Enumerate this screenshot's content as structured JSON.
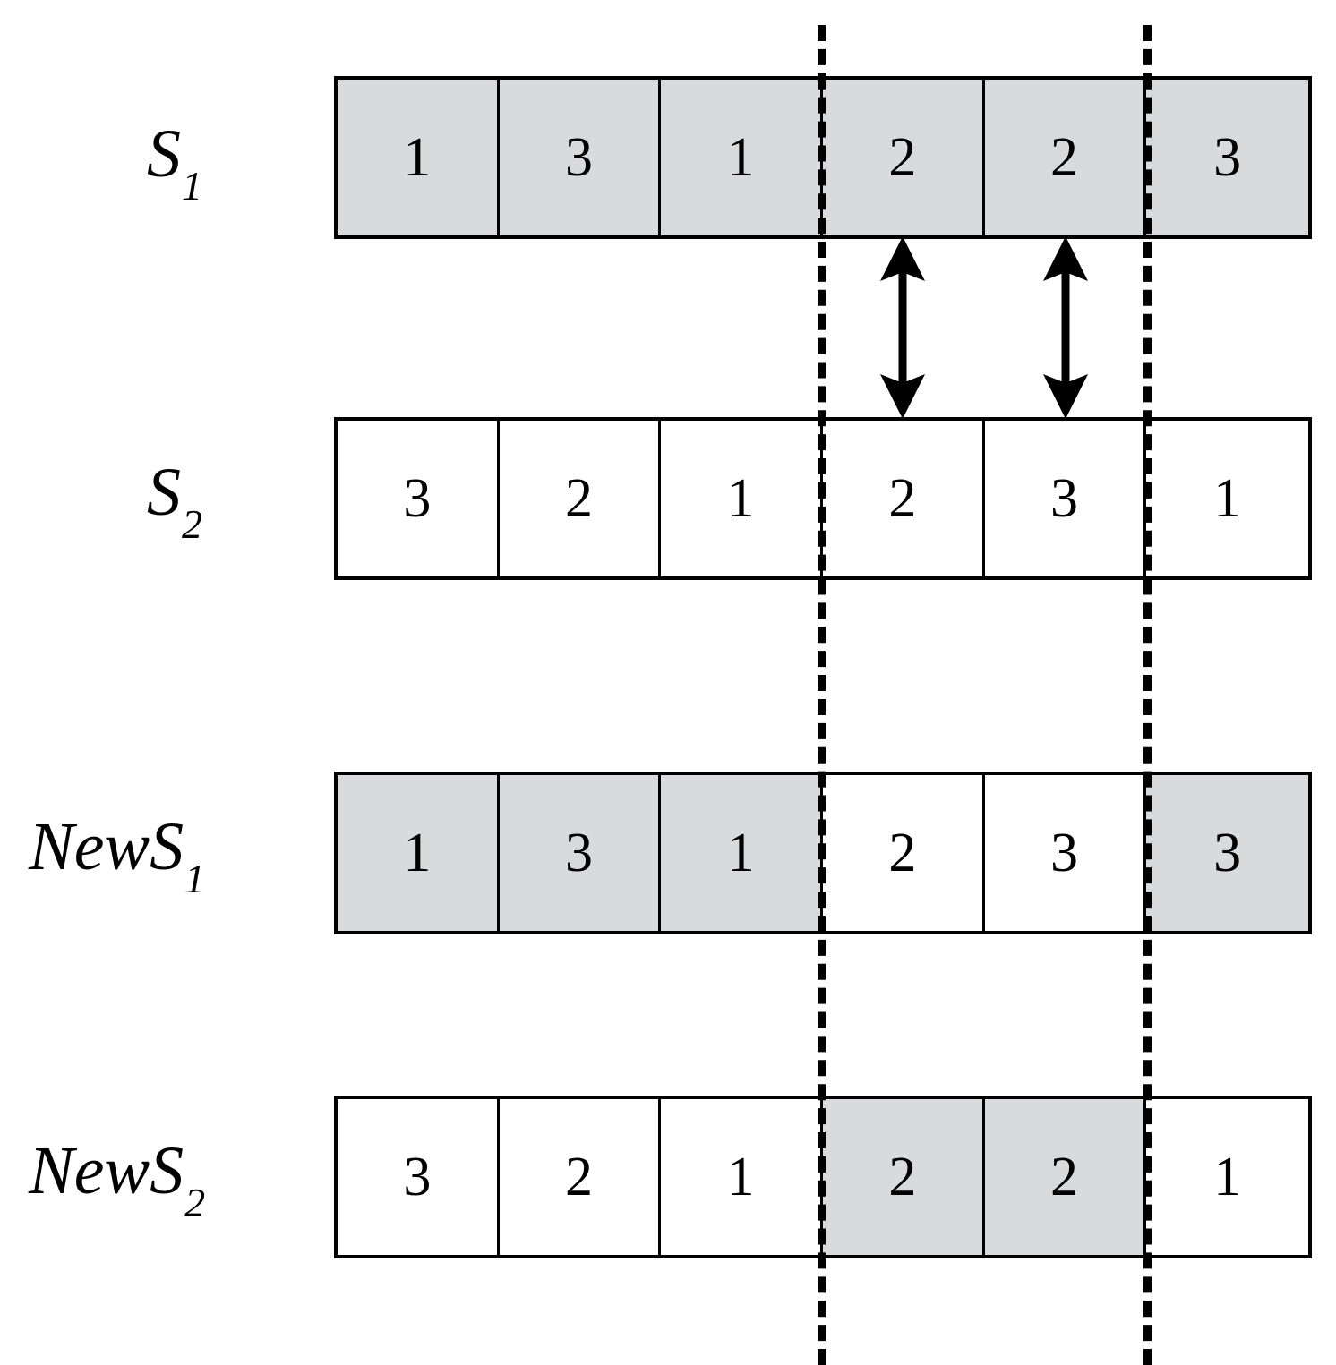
{
  "diagram": {
    "title_label": "",
    "colors": {
      "shaded_cell": "#d9dadb",
      "plain_cell": "#ffffff",
      "stroke": "#000000"
    },
    "rows": [
      {
        "id": "s1",
        "label_main": "S",
        "label_sub": "1",
        "cells": [
          {
            "value": "1",
            "shaded": true
          },
          {
            "value": "3",
            "shaded": true
          },
          {
            "value": "1",
            "shaded": true
          },
          {
            "value": "2",
            "shaded": true
          },
          {
            "value": "2",
            "shaded": true
          },
          {
            "value": "3",
            "shaded": true
          }
        ]
      },
      {
        "id": "s2",
        "label_main": "S",
        "label_sub": "2",
        "cells": [
          {
            "value": "3",
            "shaded": false
          },
          {
            "value": "2",
            "shaded": false
          },
          {
            "value": "1",
            "shaded": false
          },
          {
            "value": "2",
            "shaded": false
          },
          {
            "value": "3",
            "shaded": false
          },
          {
            "value": "1",
            "shaded": false
          }
        ]
      },
      {
        "id": "news1",
        "label_main": "NewS",
        "label_sub": "1",
        "cells": [
          {
            "value": "1",
            "shaded": true
          },
          {
            "value": "3",
            "shaded": true
          },
          {
            "value": "1",
            "shaded": true
          },
          {
            "value": "2",
            "shaded": false
          },
          {
            "value": "3",
            "shaded": false
          },
          {
            "value": "3",
            "shaded": true
          }
        ]
      },
      {
        "id": "news2",
        "label_main": "NewS",
        "label_sub": "2",
        "cells": [
          {
            "value": "3",
            "shaded": false
          },
          {
            "value": "2",
            "shaded": false
          },
          {
            "value": "1",
            "shaded": false
          },
          {
            "value": "2",
            "shaded": true
          },
          {
            "value": "2",
            "shaded": true
          },
          {
            "value": "1",
            "shaded": false
          }
        ]
      }
    ],
    "crossover_markers": [
      {
        "name": "crossover-point-left",
        "after_cell_index": 3
      },
      {
        "name": "crossover-point-right",
        "after_cell_index": 5
      }
    ],
    "swap_arrows": [
      {
        "name": "swap-arrow-cell-4",
        "cell_index": 4,
        "direction": "bidirectional"
      },
      {
        "name": "swap-arrow-cell-5",
        "cell_index": 5,
        "direction": "bidirectional"
      }
    ]
  }
}
